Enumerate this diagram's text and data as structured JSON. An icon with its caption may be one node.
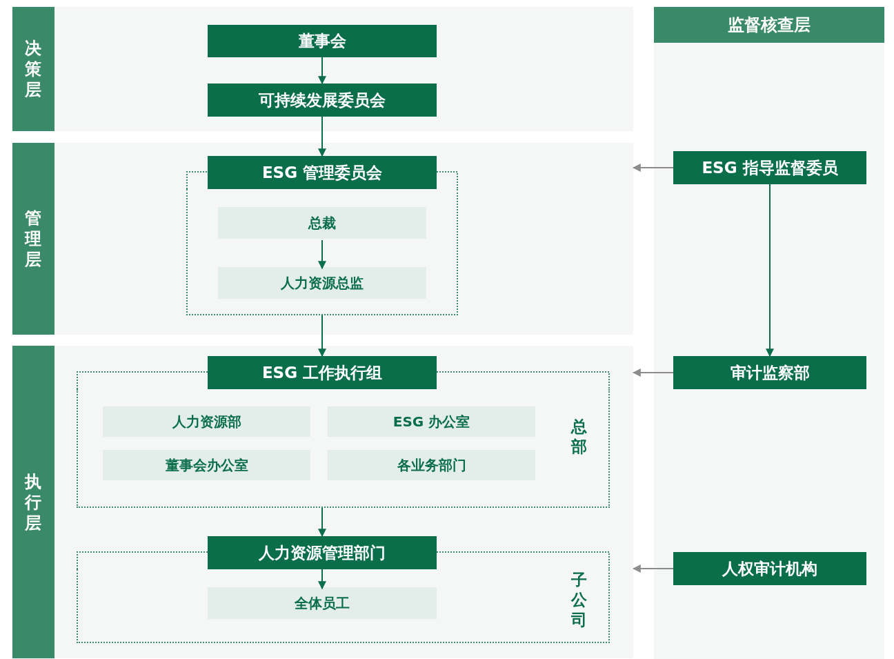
{
  "diagram": {
    "nodes": [
      {
        "text": [
          "决策层"
        ]
      },
      {
        "text": [
          "董事会"
        ],
        "in": 0
      },
      {
        "text": [
          "可持续发展委员会"
        ],
        "in": 0
      },
      {
        "text": [
          "管理层"
        ]
      },
      {
        "text": [
          "ESG 管理委员会"
        ],
        "in": 3
      },
      {
        "text": [],
        "shape": "box",
        "in": 3
      },
      {
        "text": [
          "总裁"
        ],
        "in": 5
      },
      {
        "text": [
          "人力资源总监"
        ],
        "in": 5
      },
      {
        "text": [
          "执行层"
        ]
      },
      {
        "text": [
          "ESG 工作执行组"
        ],
        "in": 8
      },
      {
        "text": [
          "总部"
        ],
        "in": 8
      },
      {
        "text": [
          "人力资源部"
        ],
        "in": 10
      },
      {
        "text": [
          "ESG 办公室"
        ],
        "in": 10
      },
      {
        "text": [
          "董事会办公室"
        ],
        "in": 10
      },
      {
        "text": [
          "各业务部门"
        ],
        "in": 10
      },
      {
        "text": [
          "人力资源管理部门"
        ],
        "in": 8
      },
      {
        "text": [
          "子公司"
        ],
        "in": 8
      },
      {
        "text": [
          "全体员工"
        ],
        "in": 16
      },
      {
        "text": [
          "监督核查层"
        ]
      },
      {
        "text": [
          "ESG 指导监督委员"
        ],
        "in": 18
      },
      {
        "text": [
          "审计监察部"
        ],
        "in": 18
      },
      {
        "text": [
          "人权审计机构"
        ],
        "in": 18
      }
    ],
    "edges": [
      {
        "from": 1,
        "to": 2,
        "arrow": "to"
      },
      {
        "from": 2,
        "to": 4,
        "arrow": "to"
      },
      {
        "from": 6,
        "to": 7,
        "arrow": "to"
      },
      {
        "from": 5,
        "to": 9,
        "arrow": "to"
      },
      {
        "from": 10,
        "to": 15,
        "arrow": "to"
      },
      {
        "from": 15,
        "to": 17,
        "arrow": "to"
      },
      {
        "from": 19,
        "to": 20,
        "arrow": "to"
      },
      {
        "from": 19,
        "to": 3,
        "arrow": "to",
        "color": "#8c8c8c"
      },
      {
        "from": 20,
        "to": 8,
        "arrow": "to",
        "color": "#8c8c8c"
      },
      {
        "from": 21,
        "to": 8,
        "arrow": "to",
        "color": "#8c8c8c"
      }
    ]
  }
}
